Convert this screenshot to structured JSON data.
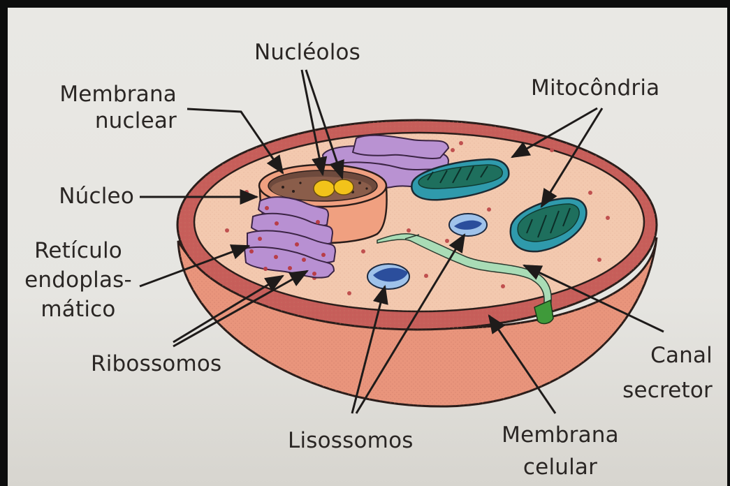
{
  "labels": {
    "nucleolos": "Nucléolos",
    "membrana_nuclear": "Membrana\nnuclear",
    "nucleo": "Núcleo",
    "reticulo": "Retículo\nendoplas-\nmático",
    "ribossomos": "Ribossomos",
    "lisossomos": "Lisossomos",
    "mitocondria": "Mitocôndria",
    "canal_secretor": "Canal\nsecretor",
    "membrana_celular": "Membrana\ncelular"
  },
  "colors": {
    "cytoplasm": "#f2c7ad",
    "cell_wall": "#e8987e",
    "membrane_band": "#c7615d",
    "nucleus": "#f0a382",
    "reticulum": "#b890d2",
    "mitochondria": "#3aa6b6",
    "nucleoli": "#f2c31a",
    "canal": "#a8dcb4",
    "lysosome": "#a9c9ec"
  }
}
